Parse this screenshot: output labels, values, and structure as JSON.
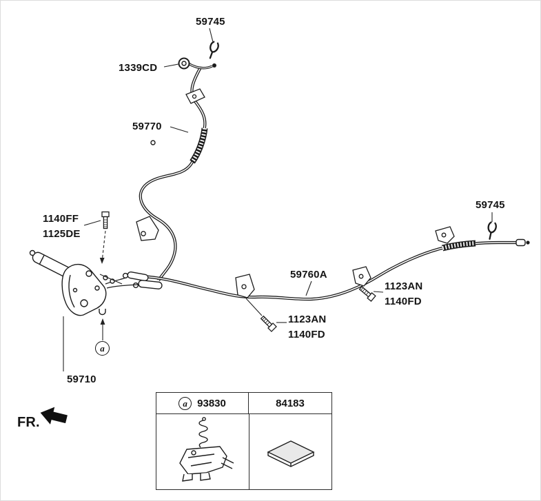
{
  "diagram": {
    "labels": {
      "clip_front": "59745",
      "grommet": "1339CD",
      "front_cable": "59770",
      "bolt_1140ff": "1140FF",
      "bolt_1125de": "1125DE",
      "rear_cable": "59760A",
      "clip_rear": "59745",
      "bolt_1123an_rear": "1123AN",
      "bolt_1140fd_rear": "1140FD",
      "bolt_1123an_center": "1123AN",
      "bolt_1140fd_center": "1140FD",
      "lever_assembly": "59710",
      "front_marker": "FR."
    },
    "callout_a": "a",
    "legend": {
      "part_switch": "93830",
      "part_pad": "84183"
    }
  }
}
